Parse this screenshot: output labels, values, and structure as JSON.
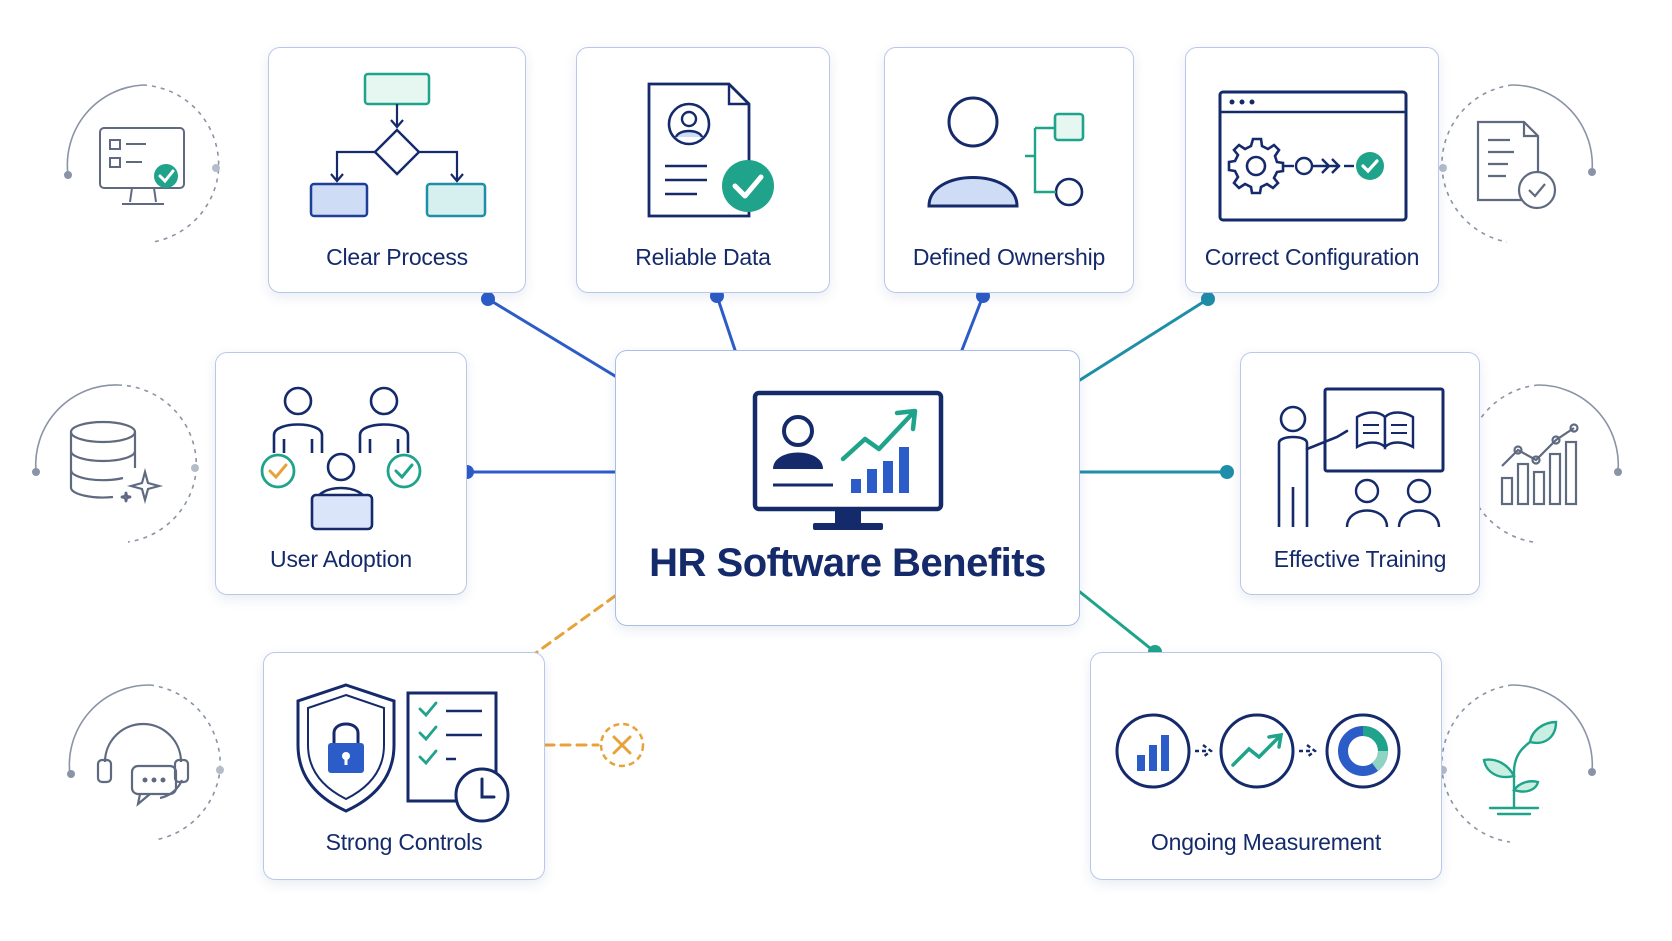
{
  "diagram": {
    "title": "HR Software Benefits",
    "nodes": [
      {
        "id": "clear-process",
        "label": "Clear Process"
      },
      {
        "id": "reliable-data",
        "label": "Reliable Data"
      },
      {
        "id": "defined-ownership",
        "label": "Defined Ownership"
      },
      {
        "id": "correct-configuration",
        "label": "Correct Configuration"
      },
      {
        "id": "user-adoption",
        "label": "User Adoption"
      },
      {
        "id": "effective-training",
        "label": "Effective Training"
      },
      {
        "id": "strong-controls",
        "label": "Strong Controls"
      },
      {
        "id": "ongoing-measurement",
        "label": "Ongoing Measurement"
      }
    ],
    "colors": {
      "navy": "#142a6b",
      "blue": "#2c5cc7",
      "teal": "#1fa38a",
      "orange": "#e8a23a",
      "gray": "#8a94a6"
    }
  }
}
